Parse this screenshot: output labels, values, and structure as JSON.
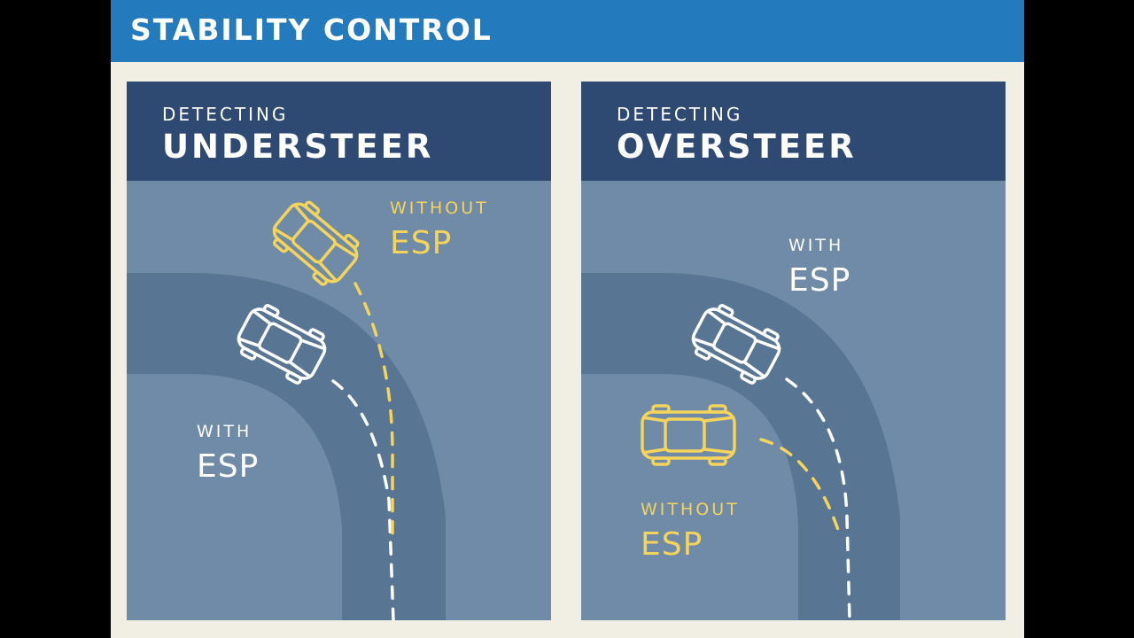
{
  "header": {
    "title": "STABILITY CONTROL"
  },
  "panels": [
    {
      "kicker": "DETECTING",
      "headline": "UNDERSTEER",
      "without": {
        "small": "WITHOUT",
        "big": "ESP"
      },
      "with": {
        "small": "WITH",
        "big": "ESP"
      }
    },
    {
      "kicker": "DETECTING",
      "headline": "OVERSTEER",
      "with": {
        "small": "WITH",
        "big": "ESP"
      },
      "without": {
        "small": "WITHOUT",
        "big": "ESP"
      }
    }
  ],
  "colors": {
    "header_bar": "#237bbd",
    "panel_header": "#2f4a72",
    "scene_background": "#6f8ba7",
    "road": "#587594",
    "with_esp": "#ffffff",
    "without_esp": "#f4d45b",
    "frame": "#f1efe3"
  },
  "icons": [
    "car-icon"
  ]
}
